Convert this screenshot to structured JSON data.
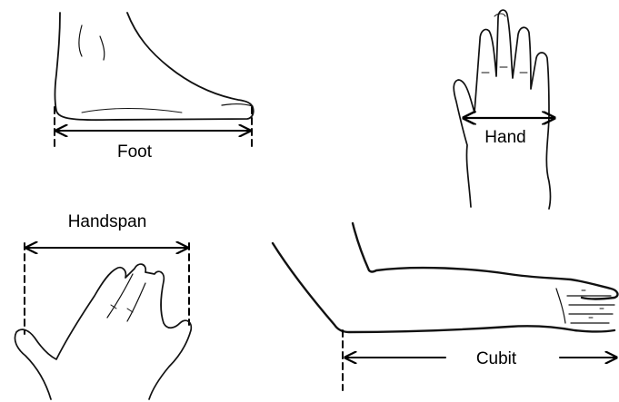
{
  "labels": {
    "foot": "Foot",
    "hand": "Hand",
    "handspan": "Handspan",
    "cubit": "Cubit"
  },
  "colors": {
    "ink": "#000000",
    "background": "#ffffff"
  }
}
